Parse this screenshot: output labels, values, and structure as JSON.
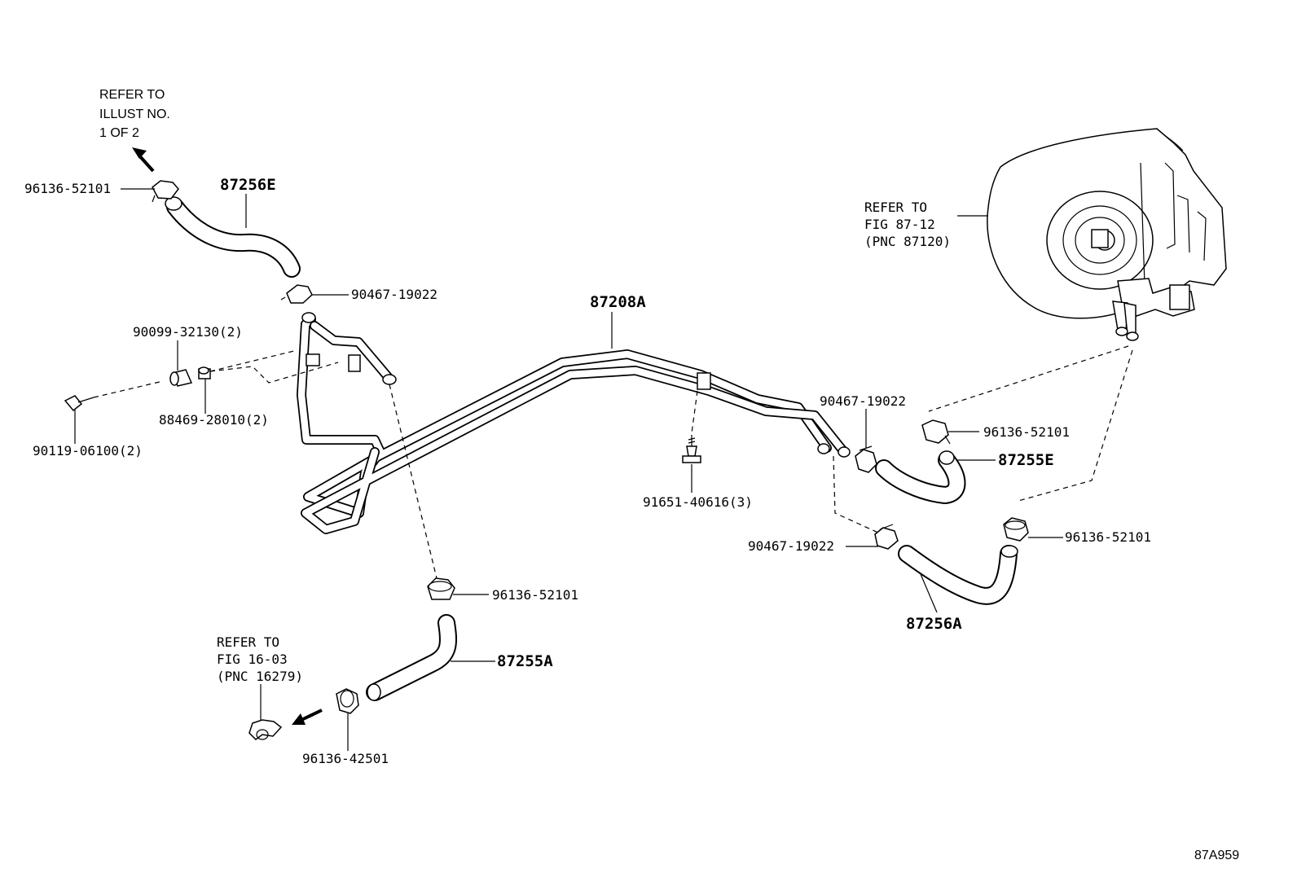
{
  "diagram": {
    "figure_code": "87A959",
    "refs": {
      "illust": [
        "REFER TO",
        "ILLUST NO.",
        "1 OF 2"
      ],
      "fig_87_12": [
        "REFER TO",
        "FIG 87-12",
        "(PNC 87120)"
      ],
      "fig_16_03": [
        "REFER TO",
        "FIG 16-03",
        "(PNC 16279)"
      ]
    },
    "parts": {
      "clamp_top_left": "96136-52101",
      "hose_87256e": "87256E",
      "clamp_90467_upper": "90467-19022",
      "pipe_87208a": "87208A",
      "grommet_90099": "90099-32130(2)",
      "grommet_88469": "88469-28010(2)",
      "bolt_90119": "90119-06100(2)",
      "bolt_91651": "91651-40616(3)",
      "clamp_90467_mid": "90467-19022",
      "clamp_96136_mid": "96136-52101",
      "hose_87255e": "87255E",
      "clamp_90467_lower": "90467-19022",
      "clamp_96136_right": "96136-52101",
      "hose_87256a": "87256A",
      "clamp_96136_center": "96136-52101",
      "hose_87255a": "87255A",
      "clamp_96136_42501": "96136-42501"
    }
  }
}
